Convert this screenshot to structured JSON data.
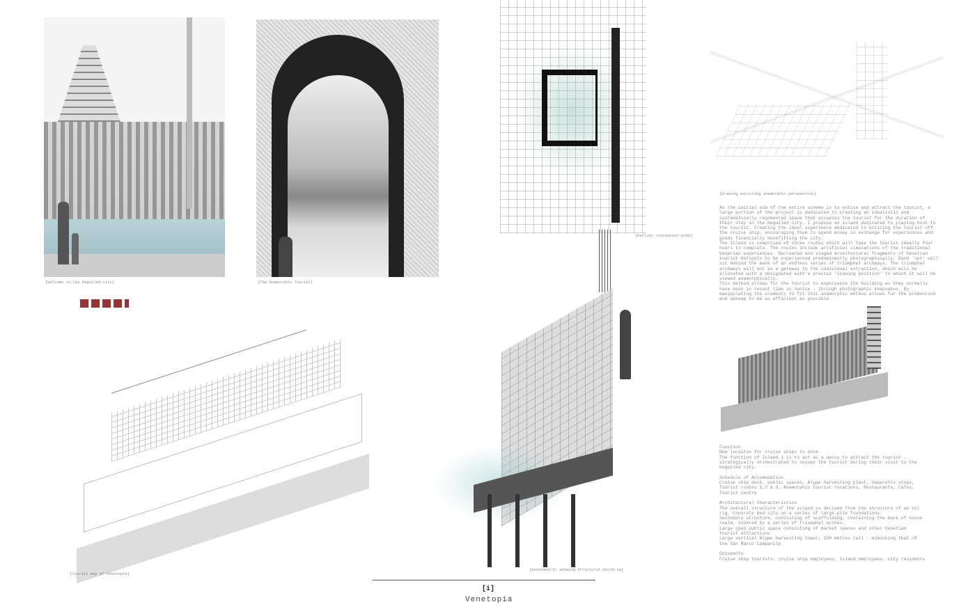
{
  "captions": {
    "welcome": "[Welcome to the beguiled city]",
    "tourist": "[The Anamorphic Tourist]",
    "plan": "[Earlier conceptual plan]",
    "perspective": "[Drawing exploring anamorphic perspective]",
    "map": "[Tourist map of Venetopia]",
    "axon": "[Axonometric showing structural build up]"
  },
  "intro_text": "As the initial aim of the entire scheme is to entice and attract the tourist, a\nlarge portion of the project is dedicated to creating an idealistic and\nsystematically regimented space that occupies the tourist for the duration of\ntheir stay in the beguiled city. I propose an island dedicated to playing host to\nthe tourist. Creating the ideal experience dedicated to enticing the tourist off\nthe cruise ship, encouraging them to spend money in exchange for experiences and\ngoods financially benefitting the city.\nThe Island is comprised of three routes which will take the tourist ideally four\nhours to complete. The routes include artificial simulations of the traditional\nVenetian experiences. Recreated and staged architectural fragments of Venetian\ntourist hotspots to be experienced predominantly photographically. Each 'set' will\nsit behind the mask of an endless series of triumphal archways. The triumphal\narchways will act as a gateway to the individual extraction, which will be\nallocated with a designated with a precise 'viewing position' to which it will be\nviewed anamorphically.\nThis method allows for the tourist to experience the building as they normally\nhave been in recent time in Venice - through photographic keepsakes. By\nmanipulating the elements to fit this anamorphic method allows for the production\nand upkeep to be as efficient as possible.",
  "spec_text": "Function\nNew locaiton for cruise ships to dock.\nThe function of Island 1 is to act as a decoy to attract the tourist -\nstrategically orchestrated to occupy the tourist during their visit to the\nbeguiled city.\n\nSchedule of Accomodation\nCruise ship dock, public spaces, Algae harvesting plant, Vaparetto stops,\nTourist routes 1,2 & 3, Anamorphic tourist locations, Restaurants, Cafes,\nTourist centre\n\nArchitectural Characteristics\nThe overall structure of the island is derived from the structure of an oil\nrig. Concrete bed sits on a series of large pile foundations.\nSecondary structure, consisting of scaffolding, containing the back of house\nrealm, covered by a series of triumphal arches.\nLarge open public space consisting of market spaces and other Venetian\ntourist attractions\nLarge vertical Algae harvesting tower; 100 metres tall - mimicking that of\nthe San Marco Campanile.\n\nOccupants\nCruise ship tourists, cruise ship employees, Island employees, city residents",
  "footer": {
    "logo": "[i]",
    "title": "Venetopia"
  },
  "colors": {
    "water": "#a9c9cf",
    "ink": "#222222"
  }
}
